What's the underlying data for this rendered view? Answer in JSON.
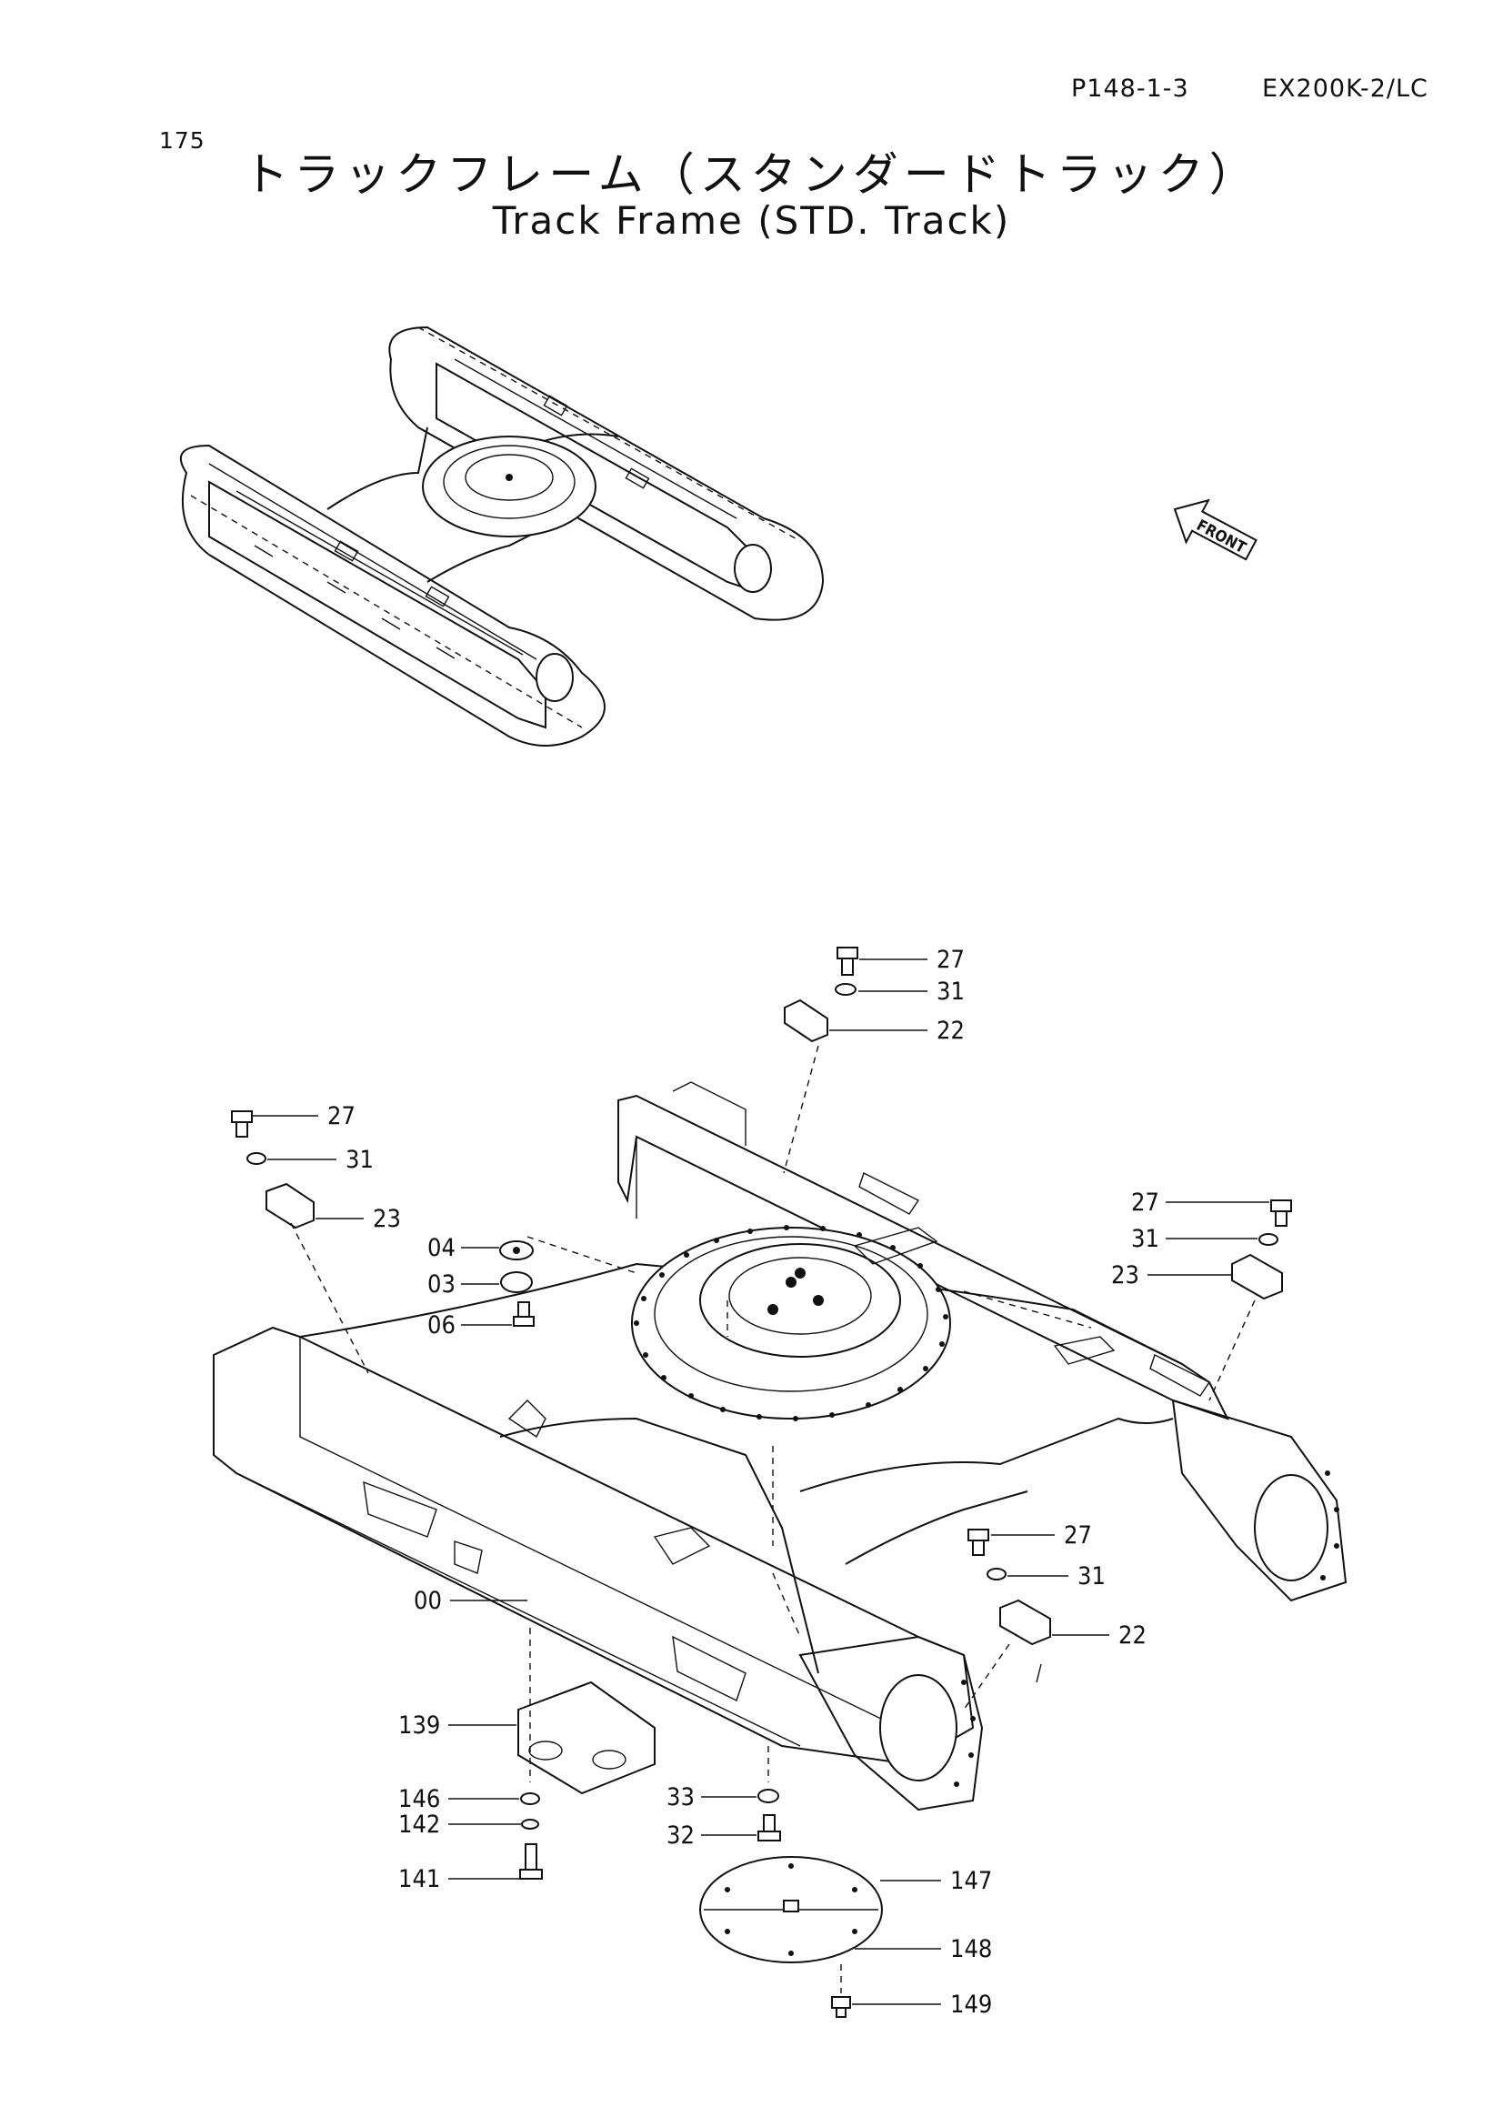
{
  "header": {
    "page_code": "P148-1-3",
    "model": "EX200K-2/LC",
    "page_number": "175"
  },
  "title": {
    "japanese": "トラックフレーム（スタンダードトラック）",
    "english": "Track Frame (STD. Track)"
  },
  "overview": {
    "front_label": "FRONT"
  },
  "callouts": [
    {
      "id": "c27a",
      "text": "27"
    },
    {
      "id": "c31a",
      "text": "31"
    },
    {
      "id": "c22a",
      "text": "22"
    },
    {
      "id": "c27b",
      "text": "27"
    },
    {
      "id": "c31b",
      "text": "31"
    },
    {
      "id": "c23a",
      "text": "23"
    },
    {
      "id": "c04",
      "text": "04"
    },
    {
      "id": "c03",
      "text": "03"
    },
    {
      "id": "c06",
      "text": "06"
    },
    {
      "id": "c27c",
      "text": "27"
    },
    {
      "id": "c31c",
      "text": "31"
    },
    {
      "id": "c23b",
      "text": "23"
    },
    {
      "id": "c27d",
      "text": "27"
    },
    {
      "id": "c31d",
      "text": "31"
    },
    {
      "id": "c22b",
      "text": "22"
    },
    {
      "id": "c00",
      "text": "00"
    },
    {
      "id": "c139",
      "text": "139"
    },
    {
      "id": "c146",
      "text": "146"
    },
    {
      "id": "c142",
      "text": "142"
    },
    {
      "id": "c141",
      "text": "141"
    },
    {
      "id": "c33",
      "text": "33"
    },
    {
      "id": "c32",
      "text": "32"
    },
    {
      "id": "c147",
      "text": "147"
    },
    {
      "id": "c148",
      "text": "148"
    },
    {
      "id": "c149",
      "text": "149"
    }
  ]
}
